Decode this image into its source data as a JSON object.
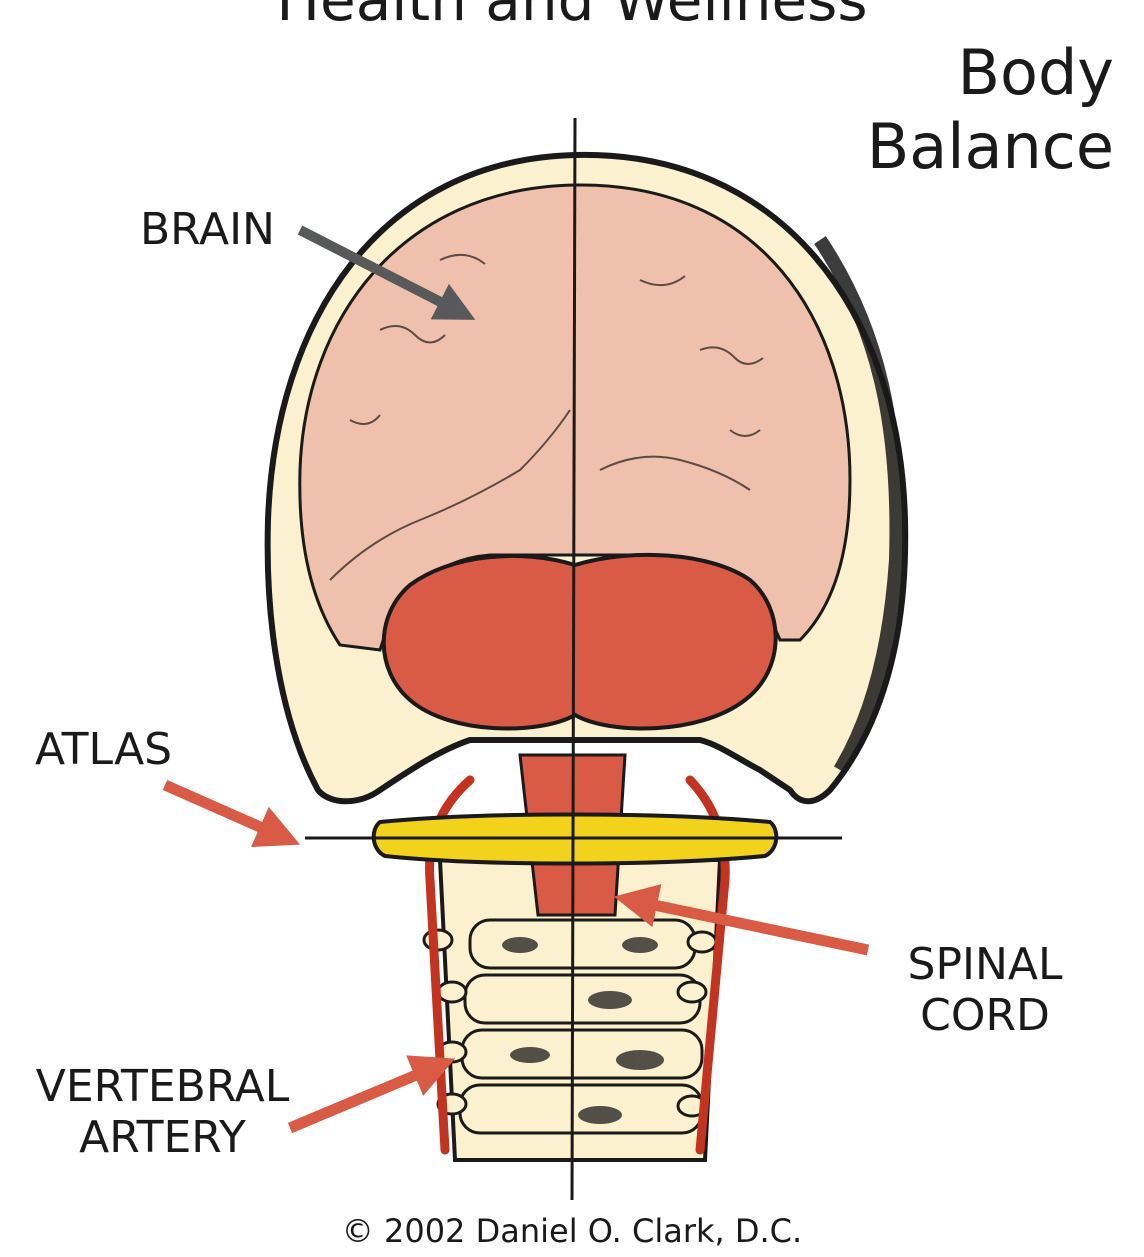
{
  "header": {
    "banner": "Health and Wellness",
    "title_line1": "Body",
    "title_line2": "Balance"
  },
  "labels": {
    "brain": "BRAIN",
    "atlas": "ATLAS",
    "spinal_cord_line1": "SPINAL",
    "spinal_cord_line2": "CORD",
    "vertebral_artery_line1": "VERTEBRAL",
    "vertebral_artery_line2": "ARTERY"
  },
  "footer": {
    "copyright": "© 2002 Daniel O. Clark, D.C."
  },
  "colors": {
    "bone": "#fbf1cf",
    "brain": "#efc0ab",
    "cerebellum": "#d95a45",
    "atlas": "#f2d21a",
    "artery": "#c4331f",
    "arrow_red": "#d95a45",
    "arrow_gray": "#58595b",
    "outline": "#1a1a1a"
  }
}
